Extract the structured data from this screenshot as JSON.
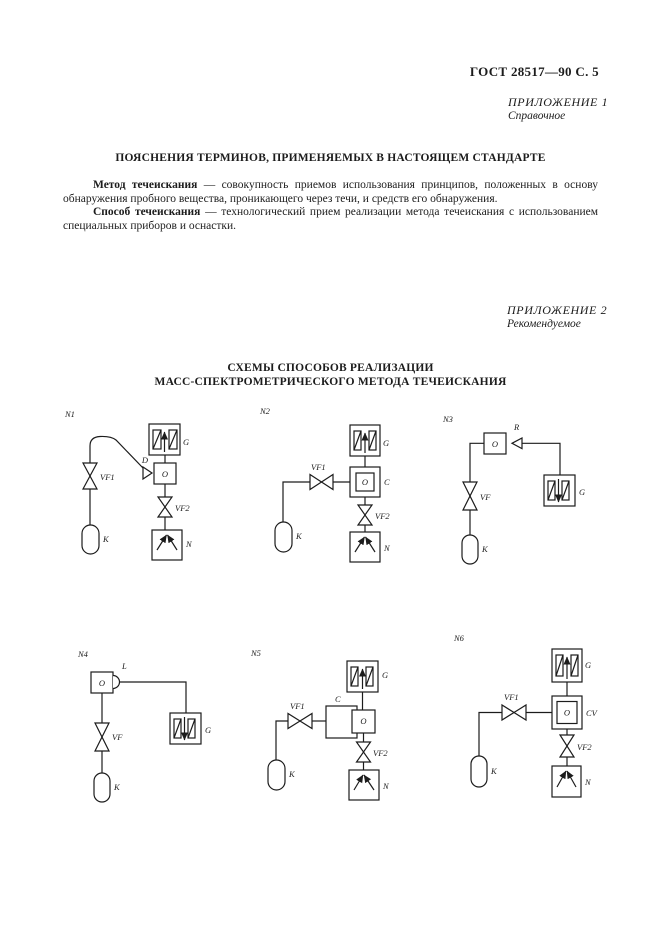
{
  "colors": {
    "ink": "#1c1c1c",
    "paper": "#ffffff"
  },
  "page": {
    "header": "ГОСТ 28517—90 С. 5",
    "appendix1": {
      "title": "ПРИЛОЖЕНИЕ 1",
      "subtitle": "Справочное"
    },
    "section1_title": "ПОЯСНЕНИЯ ТЕРМИНОВ, ПРИМЕНЯЕМЫХ В НАСТОЯЩЕМ СТАНДАРТЕ",
    "terms": [
      {
        "term": "Метод течеискания",
        "definition": " — совокупность приемов использования принципов, положенных в основу обнаружения пробного вещества, проникающего через течи, и средств его обнаружения."
      },
      {
        "term": "Способ течеискания",
        "definition": " — технологический прием реализации метода течеискания с использованием специальных приборов и оснастки."
      }
    ],
    "appendix2": {
      "title": "ПРИЛОЖЕНИЕ 2",
      "subtitle": "Рекомендуемое"
    },
    "section2_title": {
      "line1": "СХЕМЫ СПОСОБОВ РЕАЛИЗАЦИИ",
      "line2": "МАСС-СПЕКТРОМЕТРИЧЕСКОГО МЕТОДА ТЕЧЕИСКАНИЯ"
    }
  },
  "diagrams": {
    "n1": {
      "number": "N1",
      "sensor": "G",
      "sensor_arrow": "up",
      "nozzle": "D",
      "object": "O",
      "valve1": "VF1",
      "valve2": "VF2",
      "cylinder": "K",
      "pump": "N"
    },
    "n2": {
      "number": "N2",
      "sensor": "G",
      "sensor_arrow": "up",
      "chamber": "C",
      "object": "O",
      "valve1": "VF1",
      "valve2": "VF2",
      "cylinder": "K",
      "pump": "N"
    },
    "n3": {
      "number": "N3",
      "object": "O",
      "probe": "R",
      "sensor": "G",
      "sensor_arrow": "down",
      "valve": "VF",
      "cylinder": "K"
    },
    "n4": {
      "number": "N4",
      "object": "O",
      "probe": "L",
      "sensor": "G",
      "sensor_arrow": "down",
      "valve": "VF",
      "cylinder": "K"
    },
    "n5": {
      "number": "N5",
      "sensor": "G",
      "sensor_arrow": "up",
      "chamber": "C",
      "object": "O",
      "valve1": "VF1",
      "valve2": "VF2",
      "cylinder": "K",
      "pump": "N"
    },
    "n6": {
      "number": "N6",
      "sensor": "G",
      "sensor_arrow": "up",
      "chamber": "CV",
      "object": "O",
      "valve1": "VF1",
      "valve2": "VF2",
      "cylinder": "K",
      "pump": "N"
    }
  }
}
